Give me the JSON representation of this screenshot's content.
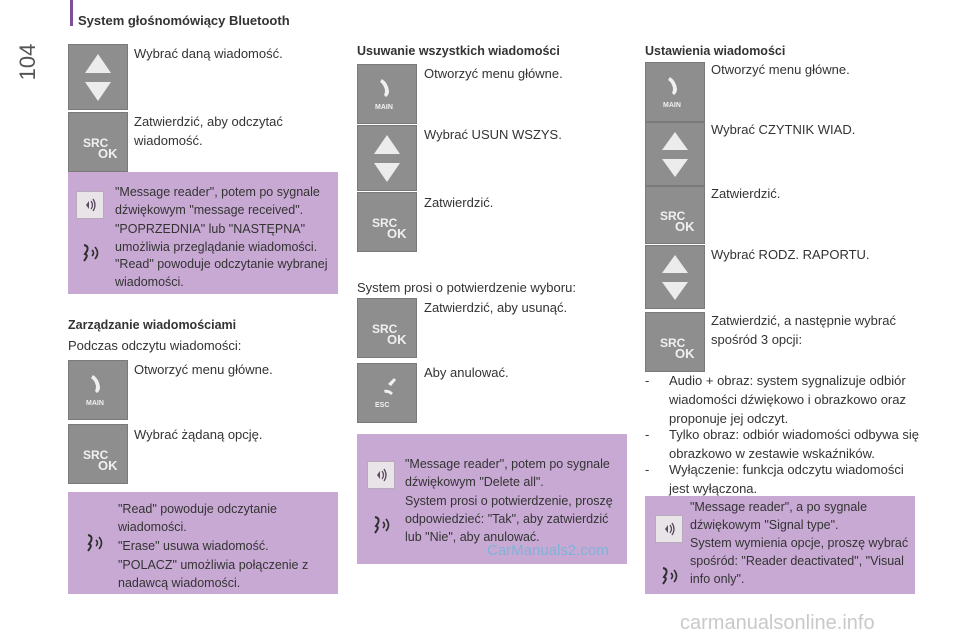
{
  "header": {
    "title": "System głośnomówiący Bluetooth",
    "page_number": "104"
  },
  "icons": {
    "main_label": "MAIN",
    "src_label": "SRC",
    "ok_label": "OK",
    "esc_label": "ESC"
  },
  "col1": {
    "select_msg": "Wybrać daną wiadomość.",
    "confirm_read": "Zatwierdzić, aby odczytać wiadomość.",
    "info1": {
      "line1": "\"Message reader\", potem po sygnale dźwiękowym \"message received\".",
      "line2": "\"POPRZEDNIA\" lub \"NASTĘPNA\" umożliwia przeglądanie wiadomości.",
      "line3": "\"Read\" powoduje odczytanie wybranej wiadomości."
    },
    "manage_title": "Zarządzanie wiadomościami",
    "manage_intro": "Podczas odczytu wiadomości:",
    "open_menu": "Otworzyć menu główne.",
    "select_option": "Wybrać żądaną opcję.",
    "info2": {
      "line1": "\"Read\" powoduje odczytanie wiadomości.",
      "line2": "\"Erase\" usuwa wiadomość.",
      "line3": "\"POLACZ\" umożliwia połączenie z nadawcą wiadomości."
    }
  },
  "col2": {
    "title": "Usuwanie wszystkich wiadomości",
    "open_menu": "Otworzyć menu główne.",
    "select_delete": "Wybrać USUN WSZYS.",
    "confirm": "Zatwierdzić.",
    "prompt": "System prosi o potwierdzenie wyboru:",
    "confirm_delete": "Zatwierdzić, aby usunąć.",
    "cancel": "Aby anulować.",
    "info": {
      "line1": "\"Message reader\", potem po sygnale dźwiękowym \"Delete all\".",
      "line2": "System prosi o potwierdzenie, proszę odpowiedzieć: \"Tak\", aby zatwierdzić lub \"Nie\", aby anulować."
    },
    "watermark": "CarManuals2.com"
  },
  "col3": {
    "title": "Ustawienia wiadomości",
    "open_menu": "Otworzyć menu główne.",
    "select_reader": "Wybrać CZYTNIK WIAD.",
    "confirm": "Zatwierdzić.",
    "select_type": "Wybrać RODZ. RAPORTU.",
    "confirm_choose": "Zatwierdzić, a następnie wybrać spośród 3 opcji:",
    "options": [
      "Audio + obraz: system sygnalizuje odbiór wiadomości dźwiękowo i obrazkowo oraz proponuje jej odczyt.",
      "Tylko obraz: odbiór wiadomości odbywa się obrazkowo w zestawie wskaźników.",
      "Wyłączenie: funkcja odczytu wiadomości jest wyłączona."
    ],
    "info": {
      "line1": "\"Message reader\", a po sygnale dźwiękowym \"Signal type\".",
      "line2": "System wymienia opcje, proszę wybrać spośród: \"Reader deactivated\", \"Visual info only\"."
    }
  },
  "footer": {
    "site": "carmanualsonline.info"
  }
}
